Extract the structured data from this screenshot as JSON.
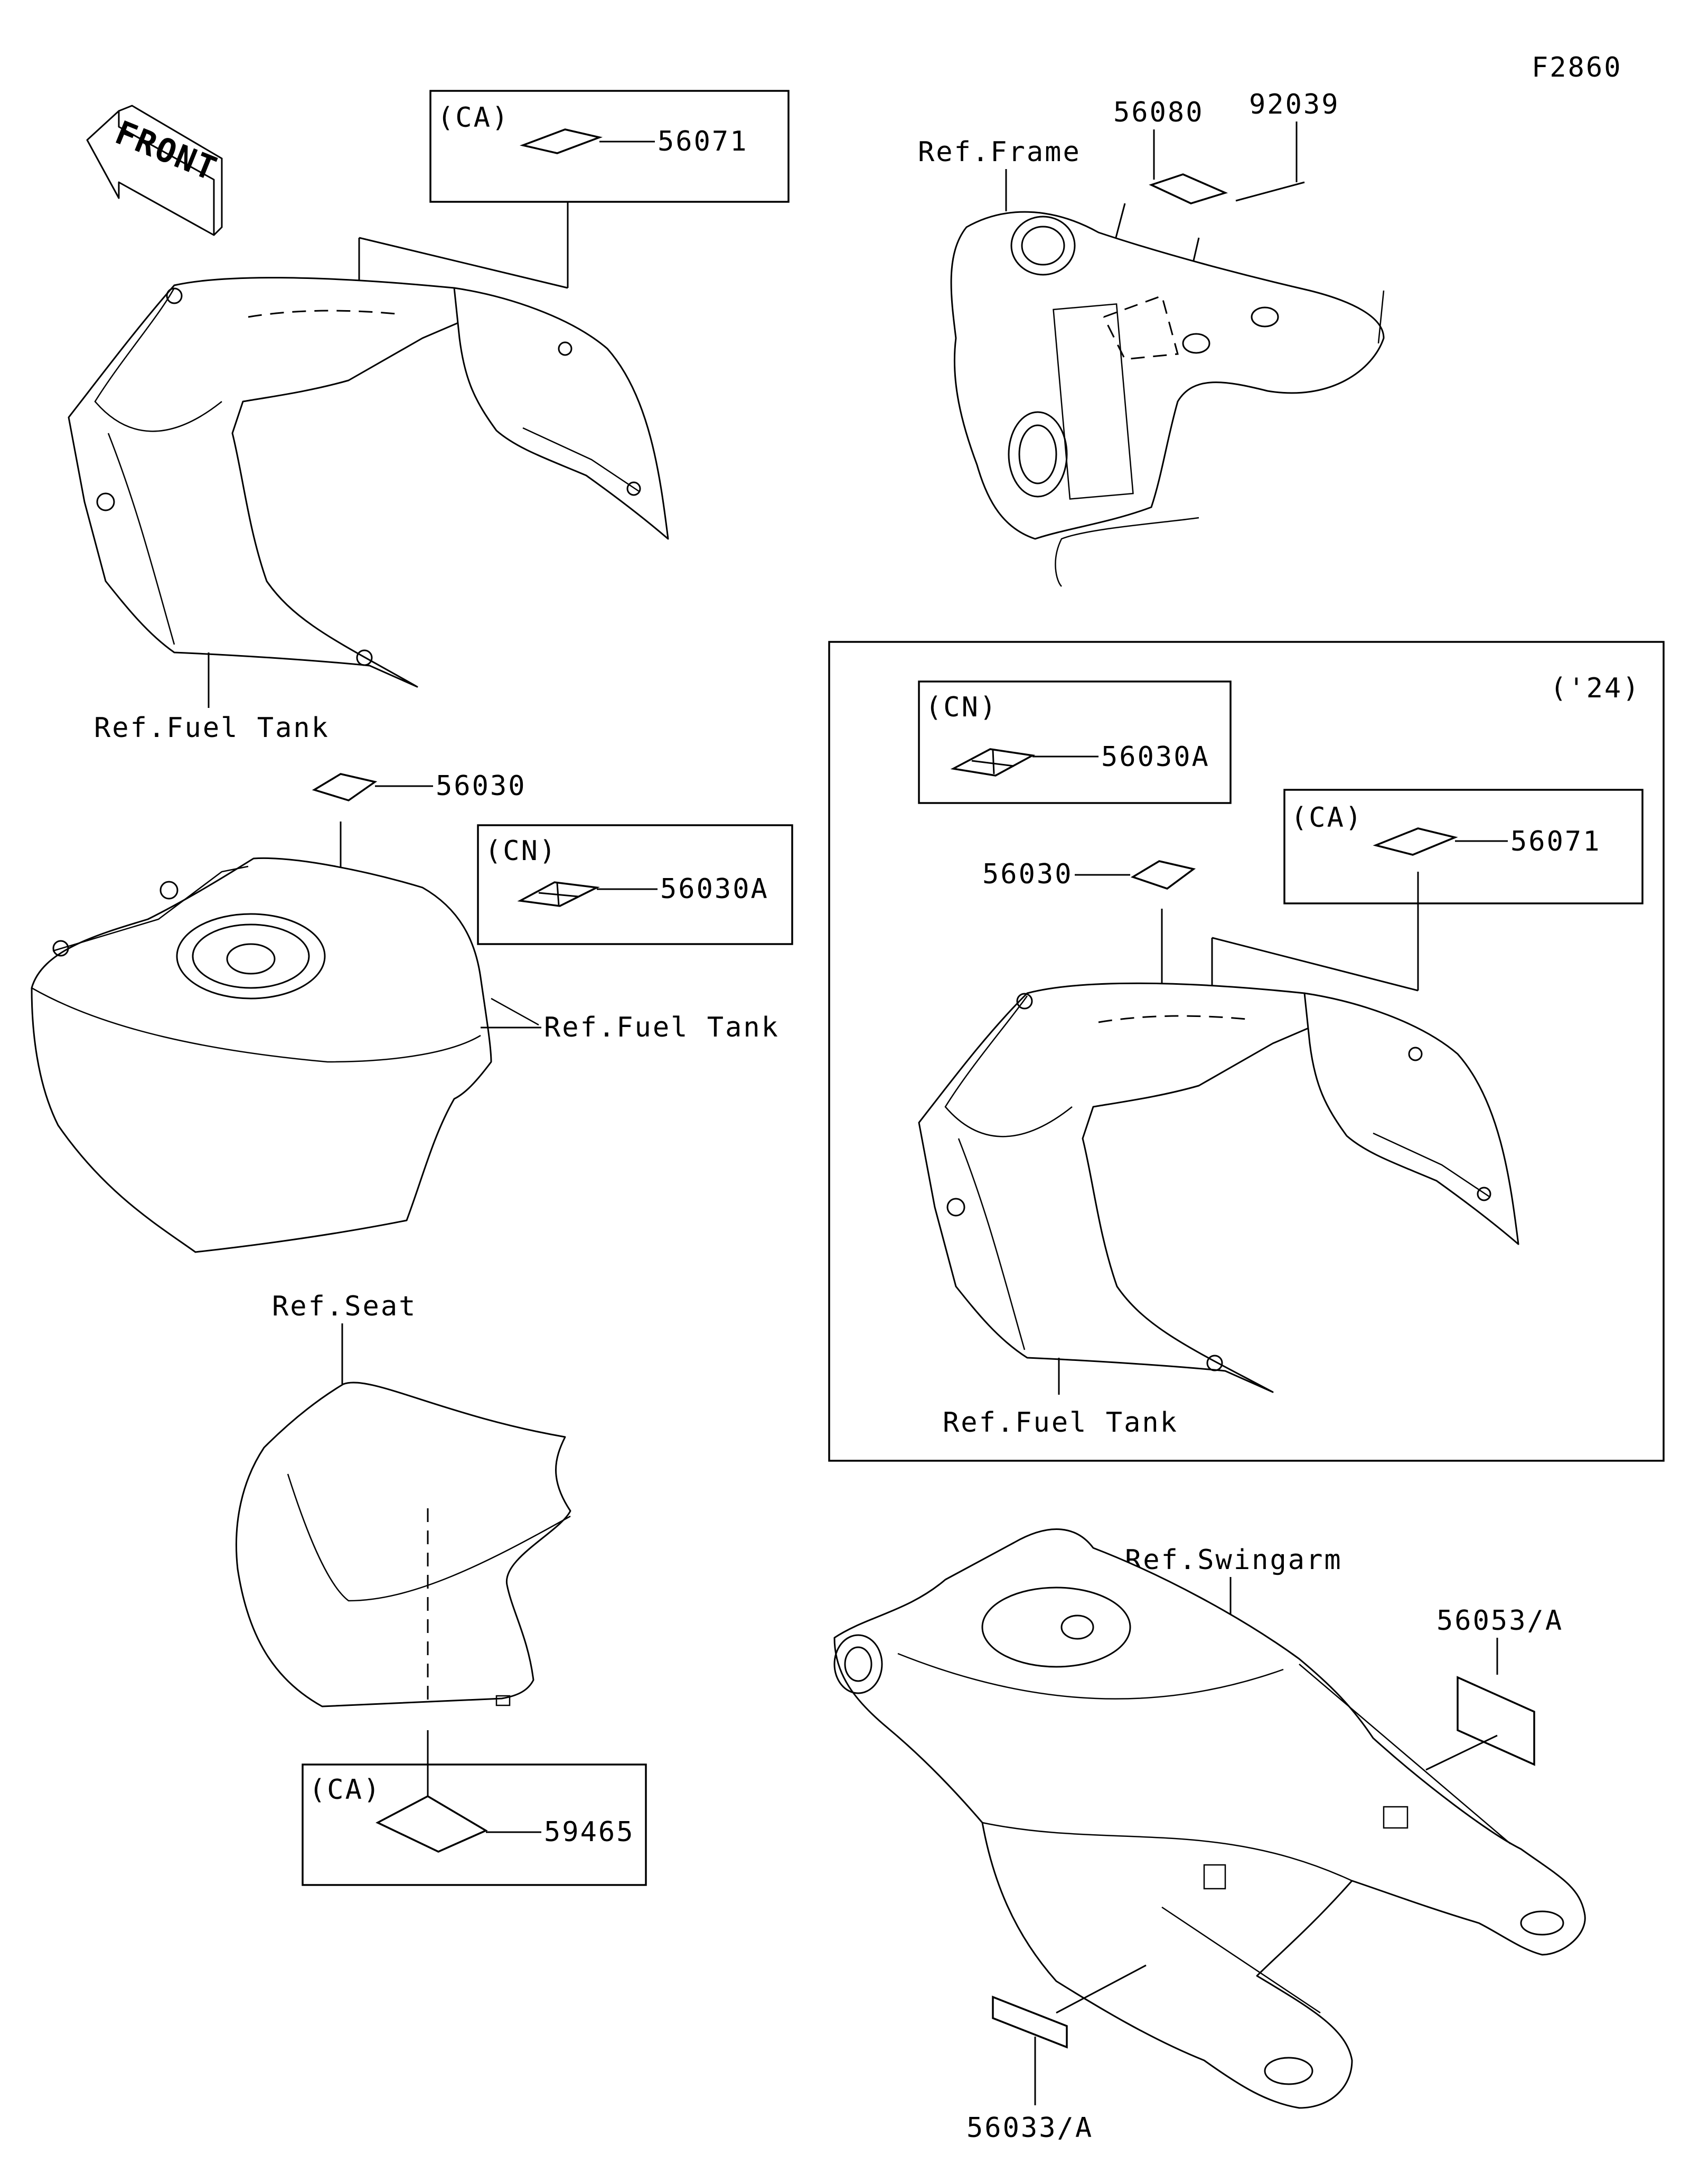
{
  "figure_id": "F2860",
  "front_arrow": {
    "text": "FRONT",
    "icon": "front-direction-arrow-icon"
  },
  "variant_box": {
    "label": "('24)"
  },
  "regions": {
    "ca": "(CA)",
    "cn": "(CN)"
  },
  "reference_labels": {
    "fuel_tank_top": "Ref.Fuel Tank",
    "fuel_tank_mid": "Ref.Fuel Tank",
    "fuel_tank_variant": "Ref.Fuel Tank",
    "frame": "Ref.Frame",
    "seat": "Ref.Seat",
    "swingarm": "Ref.Swingarm"
  },
  "part_numbers": {
    "p56071_top": "56071",
    "p56080": "56080",
    "p92039": "92039",
    "p56030_mid": "56030",
    "p56030A_mid": "56030A",
    "p56030A_variant": "56030A",
    "p56030_variant": "56030",
    "p56071_variant": "56071",
    "p59465": "59465",
    "p56053A": "56053/A",
    "p56033A": "56033/A"
  }
}
